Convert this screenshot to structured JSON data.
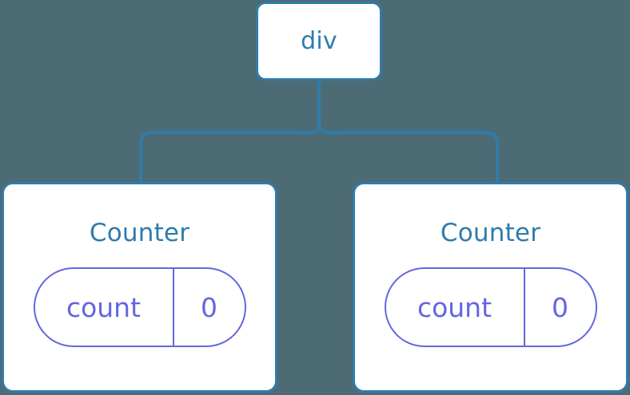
{
  "diagram": {
    "type": "component-tree",
    "background_color": "#4c6b75",
    "node_border_color": "#2f7cab",
    "node_fill_color": "#ffffff",
    "connector_color": "#2f7cab",
    "state_pill_color": "#6366e0",
    "root": {
      "label": "div"
    },
    "children": [
      {
        "label": "Counter",
        "state": {
          "key": "count",
          "value": "0"
        }
      },
      {
        "label": "Counter",
        "state": {
          "key": "count",
          "value": "0"
        }
      }
    ]
  }
}
